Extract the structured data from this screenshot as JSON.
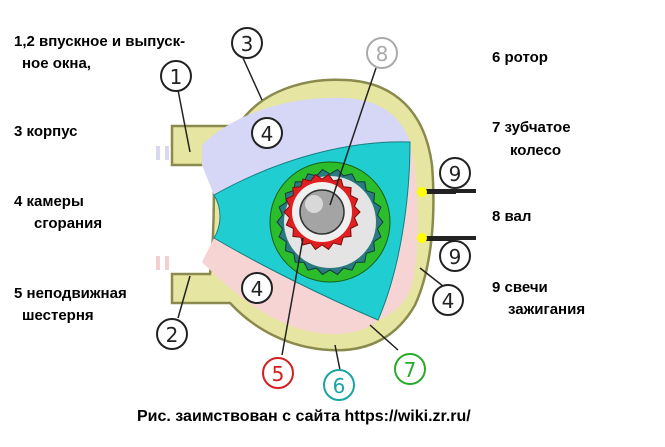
{
  "legend": {
    "l1a": "1,2 впускное и выпуск-",
    "l1b": "ное окна,",
    "l3": "3 корпус",
    "l4a": "4 камеры",
    "l4b": "сгорания",
    "l5a": "5 неподвижная",
    "l5b": "шестерня",
    "l6": "6 ротор",
    "l7a": "7 зубчатое",
    "l7b": "колесо",
    "l8": "8 вал",
    "l9a": "9 свечи",
    "l9b": "зажигания"
  },
  "callouts": {
    "n1": "1",
    "n2": "2",
    "n3": "3",
    "n4a": "4",
    "n4b": "4",
    "n4c": "4",
    "n5": "5",
    "n6": "6",
    "n7": "7",
    "n8": "8",
    "n9a": "9",
    "n9b": "9"
  },
  "caption": "Рис. заимствован с сайта https://wiki.zr.ru/",
  "colors": {
    "housing": "#e6e6a2",
    "housing_stroke": "#8a8a4e",
    "upper_chamber": "#d6d6f6",
    "lower_chamber": "#f7d4d4",
    "rotor": "#20cdd0",
    "gear_ring": "#2bbd2b",
    "internal_gear": "#2a7a80",
    "stationary_gear": "#e02020",
    "shaft": "#9a9a9a",
    "spark": "#ffff00",
    "callout_5": "#d42020",
    "callout_6": "#1aa5a5",
    "callout_7": "#2aaa2a",
    "callout_8": "#aaaaaa"
  }
}
